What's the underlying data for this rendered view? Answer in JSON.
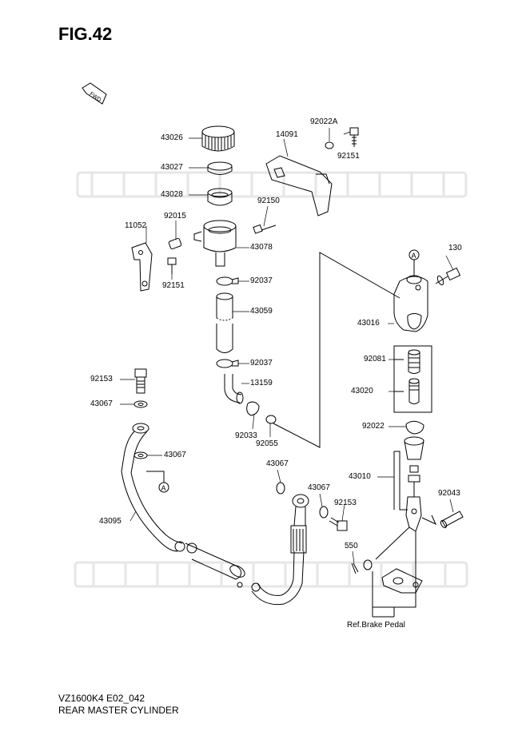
{
  "figure": {
    "title": "FIG.42",
    "model_code": "VZ1600K4 E02_042",
    "subtitle": "REAR MASTER CYLINDER",
    "direction_badge": "FWD",
    "ref_marker": "A",
    "ref_note": "Ref.Brake Pedal"
  },
  "parts": [
    {
      "number": "43026"
    },
    {
      "number": "14091"
    },
    {
      "number": "92022A"
    },
    {
      "number": "92151"
    },
    {
      "number": "43027"
    },
    {
      "number": "43028"
    },
    {
      "number": "92150"
    },
    {
      "number": "11052"
    },
    {
      "number": "92015"
    },
    {
      "number": "43078"
    },
    {
      "number": "92151"
    },
    {
      "number": "92037"
    },
    {
      "number": "43059"
    },
    {
      "number": "130"
    },
    {
      "number": "43016"
    },
    {
      "number": "92037"
    },
    {
      "number": "92081"
    },
    {
      "number": "92153"
    },
    {
      "number": "13159"
    },
    {
      "number": "43020"
    },
    {
      "number": "43067"
    },
    {
      "number": "92033"
    },
    {
      "number": "92055"
    },
    {
      "number": "92022"
    },
    {
      "number": "43067"
    },
    {
      "number": "43067"
    },
    {
      "number": "43010"
    },
    {
      "number": "43067"
    },
    {
      "number": "92153"
    },
    {
      "number": "92043"
    },
    {
      "number": "43095"
    },
    {
      "number": "550"
    }
  ]
}
